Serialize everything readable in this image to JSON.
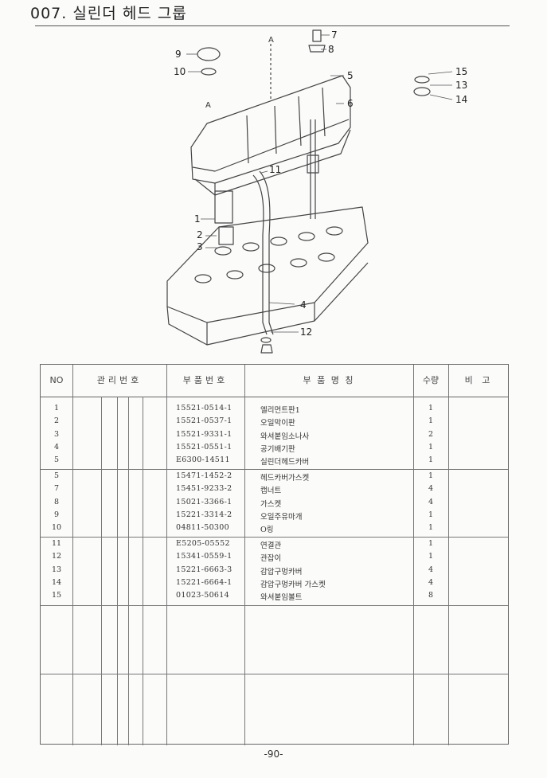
{
  "header": {
    "title": "007. 실린더 헤드 그룹"
  },
  "diagram": {
    "section_mark": "A",
    "callouts": [
      "1",
      "2",
      "3",
      "4",
      "5",
      "6",
      "7",
      "8",
      "9",
      "10",
      "11",
      "12",
      "13",
      "14",
      "15"
    ]
  },
  "table": {
    "columns": [
      "NO",
      "관리번호",
      "부품번호",
      "부 품 명 칭",
      "수량",
      "비 고"
    ],
    "rows": [
      {
        "no": "1",
        "part_no": "15521-0514-1",
        "name": "엘리먼트판1",
        "qty": "1"
      },
      {
        "no": "2",
        "part_no": "15521-0537-1",
        "name": "오일막이판",
        "qty": "1"
      },
      {
        "no": "3",
        "part_no": "15521-9331-1",
        "name": "와셔붙임소나사",
        "qty": "2"
      },
      {
        "no": "4",
        "part_no": "15521-0551-1",
        "name": "공기배기판",
        "qty": "1"
      },
      {
        "no": "5",
        "part_no": "E6300-14511",
        "name": "실린더헤드카버",
        "qty": "1"
      },
      {
        "no": "5",
        "part_no": "15471-1452-2",
        "name": "헤드카버가스켓",
        "qty": "1"
      },
      {
        "no": "7",
        "part_no": "15451-9233-2",
        "name": "캡너트",
        "qty": "4"
      },
      {
        "no": "8",
        "part_no": "15021-3366-1",
        "name": "가스켓",
        "qty": "4"
      },
      {
        "no": "9",
        "part_no": "15221-3314-2",
        "name": "오일주유마개",
        "qty": "1"
      },
      {
        "no": "10",
        "part_no": "04811-50300",
        "name": "O링",
        "qty": "1"
      },
      {
        "no": "11",
        "part_no": "E5205-05552",
        "name": "연결관",
        "qty": "1"
      },
      {
        "no": "12",
        "part_no": "15341-0559-1",
        "name": "관잡이",
        "qty": "1"
      },
      {
        "no": "13",
        "part_no": "15221-6663-3",
        "name": "감압구멍카버",
        "qty": "4"
      },
      {
        "no": "14",
        "part_no": "15221-6664-1",
        "name": "감압구멍카버 가스켓",
        "qty": "4"
      },
      {
        "no": "15",
        "part_no": "01023-50614",
        "name": "와셔붙임볼트",
        "qty": "8"
      }
    ]
  },
  "footer": {
    "page": "-90-"
  }
}
